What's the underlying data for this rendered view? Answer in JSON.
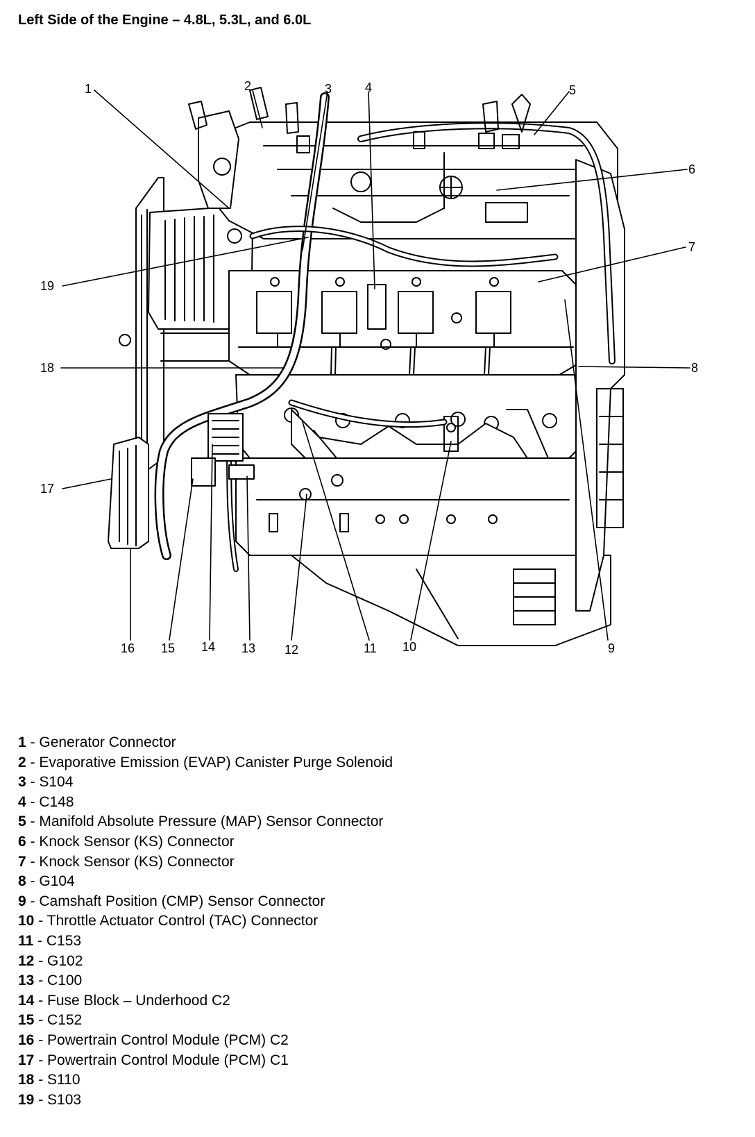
{
  "title": "Left Side of the Engine – 4.8L, 5.3L, and 6.0L",
  "colors": {
    "ink": "#000000",
    "paper": "#ffffff"
  },
  "callout_numbers": [
    "1",
    "2",
    "3",
    "4",
    "5",
    "6",
    "7",
    "8",
    "9",
    "10",
    "11",
    "12",
    "13",
    "14",
    "15",
    "16",
    "17",
    "18",
    "19"
  ],
  "legend": [
    {
      "num": "1",
      "sep": " - ",
      "text": "Generator Connector"
    },
    {
      "num": "2",
      "sep": " - ",
      "text": "Evaporative Emission (EVAP) Canister Purge Solenoid"
    },
    {
      "num": "3",
      "sep": " - ",
      "text": "S104"
    },
    {
      "num": "4",
      "sep": " - ",
      "text": "C148"
    },
    {
      "num": "5",
      "sep": " - ",
      "text": "Manifold Absolute Pressure (MAP) Sensor Connector"
    },
    {
      "num": "6",
      "sep": " - ",
      "text": "Knock Sensor (KS) Connector"
    },
    {
      "num": "7",
      "sep": " - ",
      "text": "Knock Sensor (KS) Connector"
    },
    {
      "num": "8",
      "sep": " - ",
      "text": "G104"
    },
    {
      "num": "9",
      "sep": " - ",
      "text": "Camshaft Position (CMP) Sensor Connector"
    },
    {
      "num": "10",
      "sep": " - ",
      "text": "Throttle Actuator Control (TAC) Connector"
    },
    {
      "num": "11",
      "sep": " - ",
      "text": "C153"
    },
    {
      "num": "12",
      "sep": " - ",
      "text": "G102"
    },
    {
      "num": "13",
      "sep": " - ",
      "text": "C100"
    },
    {
      "num": "14",
      "sep": " - ",
      "text": "Fuse Block – Underhood C2"
    },
    {
      "num": "15",
      "sep": " - ",
      "text": "C152"
    },
    {
      "num": "16",
      "sep": " - ",
      "text": "Powertrain Control Module (PCM) C2"
    },
    {
      "num": "17",
      "sep": " - ",
      "text": "Powertrain Control Module (PCM) C1"
    },
    {
      "num": "18",
      "sep": " - ",
      "text": "S110"
    },
    {
      "num": "19",
      "sep": " - ",
      "text": "S103"
    }
  ]
}
